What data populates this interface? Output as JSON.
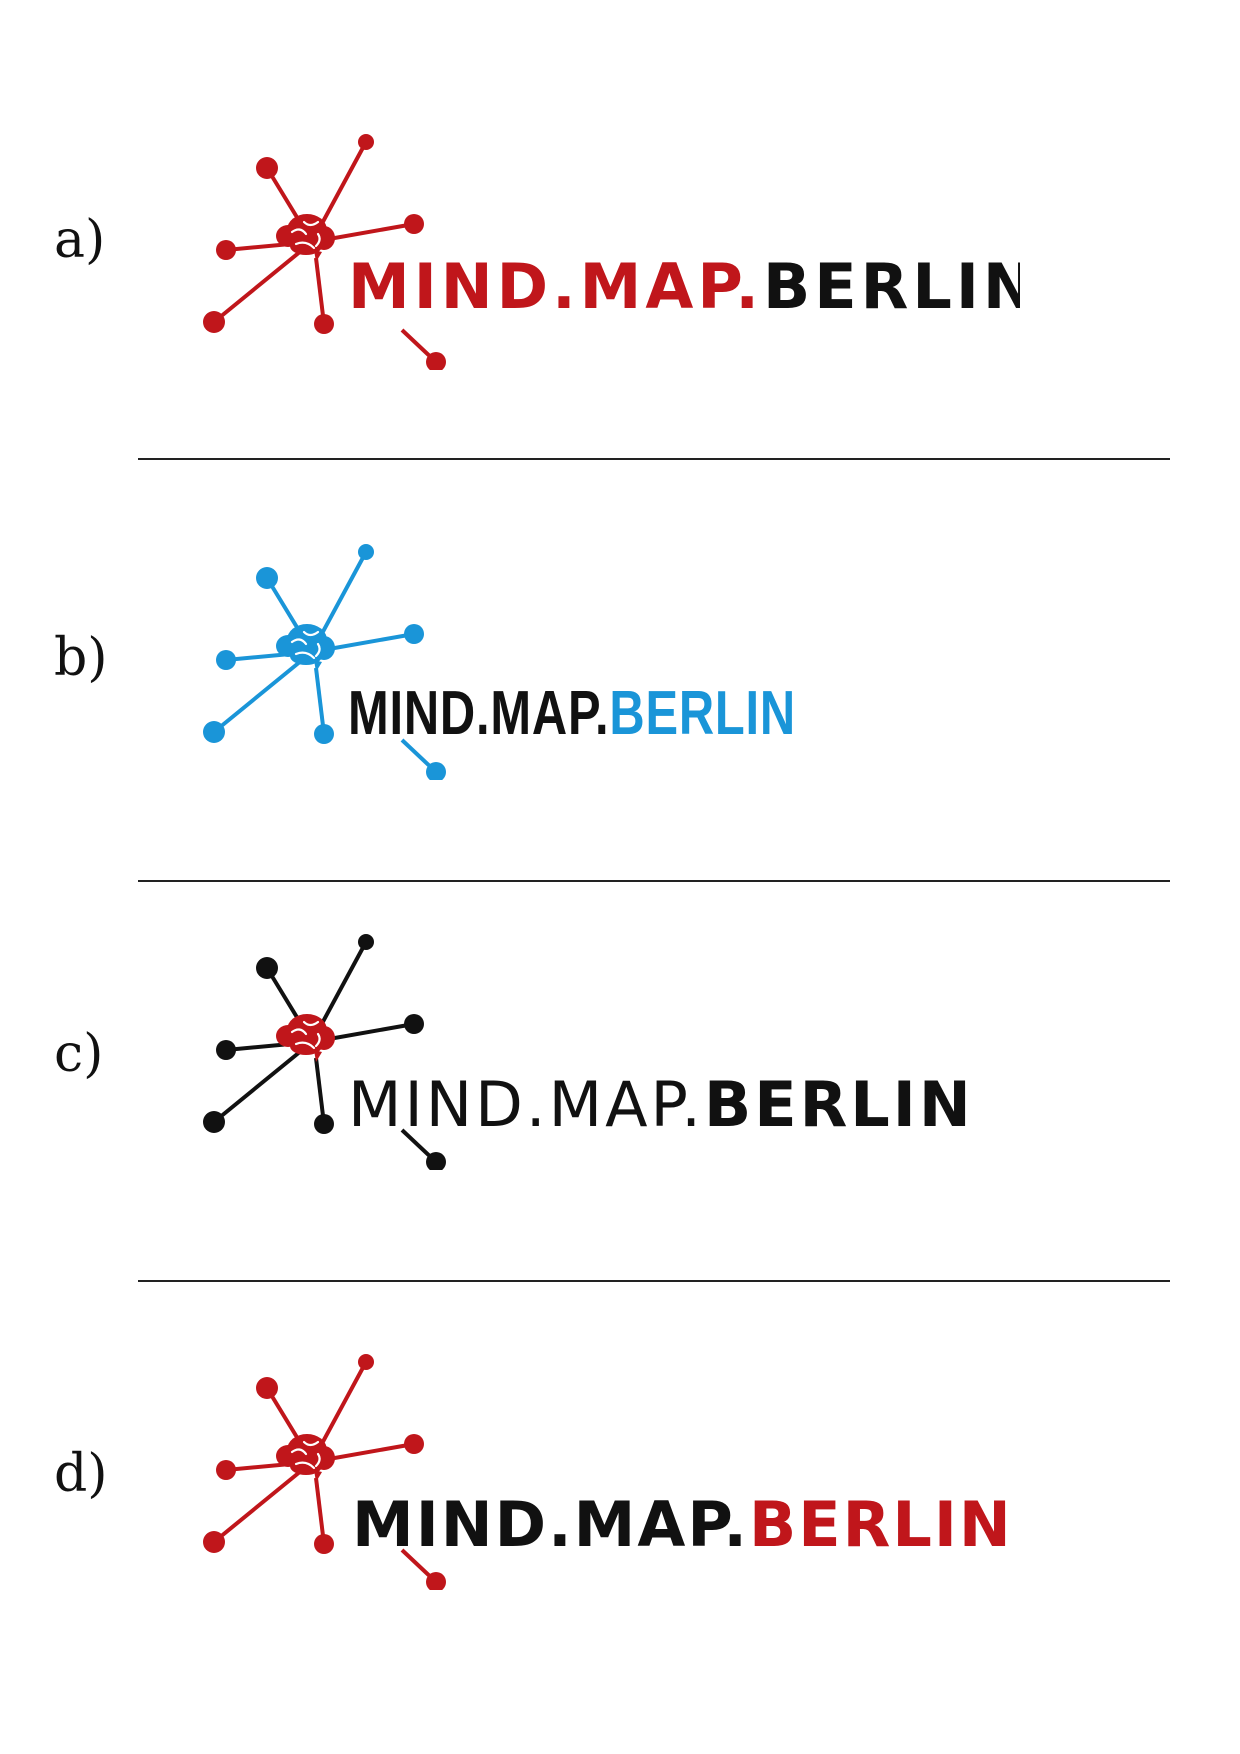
{
  "variants": [
    {
      "label": "a)",
      "part1": "MIND.MAP.",
      "part2": "BERLIN",
      "node_color": "#c0161b",
      "brain_color": "#c0161b",
      "part1_color": "#c0161b",
      "part2_color": "#111111"
    },
    {
      "label": "b)",
      "part1": "MIND.MAP.",
      "part2": "BERLIN",
      "node_color": "#1a95d8",
      "brain_color": "#1a95d8",
      "part1_color": "#111111",
      "part2_color": "#1a95d8"
    },
    {
      "label": "c)",
      "part1": "MIND.MAP.",
      "part2": "BERLIN",
      "node_color": "#111111",
      "brain_color": "#c0161b",
      "part1_color": "#111111",
      "part2_color": "#111111"
    },
    {
      "label": "d)",
      "part1": "MIND.MAP.",
      "part2": "BERLIN",
      "node_color": "#c0161b",
      "brain_color": "#c0161b",
      "part1_color": "#111111",
      "part2_color": "#c0161b"
    }
  ],
  "icons": {
    "logo_mark": "mind-map-network-icon",
    "brain": "brain-icon"
  }
}
